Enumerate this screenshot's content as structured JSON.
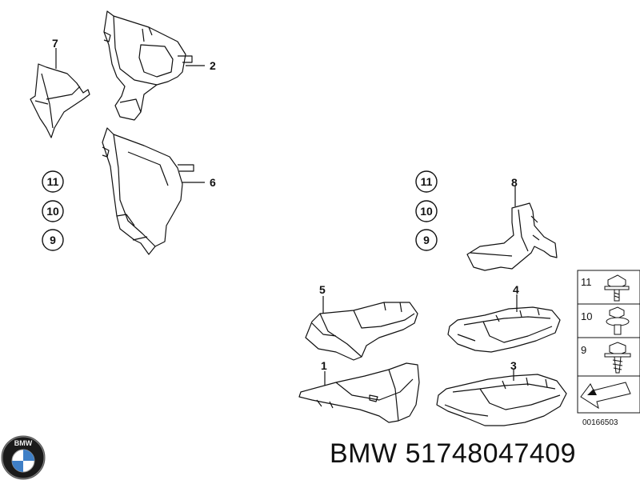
{
  "callouts": [
    "7",
    "2",
    "6",
    "8",
    "5",
    "4",
    "1",
    "3"
  ],
  "circle_labels_left": [
    "11",
    "10",
    "9"
  ],
  "circle_labels_right": [
    "11",
    "10",
    "9"
  ],
  "legend": {
    "items": [
      "11",
      "10",
      "9"
    ]
  },
  "figure_id": "00166503",
  "footer": {
    "brand": "BMW",
    "part_number": "51748047409"
  },
  "logo": {
    "text": "BMW"
  }
}
